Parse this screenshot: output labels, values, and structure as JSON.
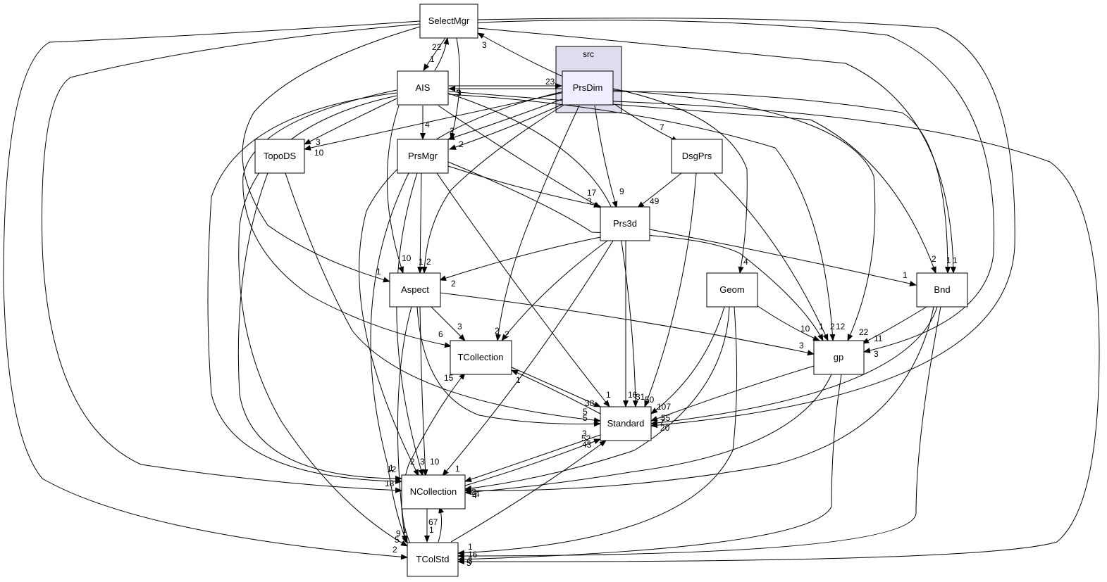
{
  "cluster": {
    "label": "src"
  },
  "nodes": {
    "selectmgr": "SelectMgr",
    "ais": "AIS",
    "prsdim": "PrsDim",
    "topods": "TopoDS",
    "prsmgr": "PrsMgr",
    "dsgprs": "DsgPrs",
    "prs3d": "Prs3d",
    "aspect": "Aspect",
    "geom": "Geom",
    "bnd": "Bnd",
    "tcollection": "TCollection",
    "gp": "gp",
    "standard": "Standard",
    "ncollection": "NCollection",
    "tcolstd": "TColStd"
  },
  "edges": [
    {
      "id": "selectmgr-ais",
      "label": "1"
    },
    {
      "id": "ais-selectmgr",
      "label": "22"
    },
    {
      "id": "prsdim-selectmgr",
      "label": "3"
    },
    {
      "id": "prsdim-ais",
      "label": "23"
    },
    {
      "id": "ais-prsdim",
      "label": "3"
    },
    {
      "id": "selectmgr-prsmgr",
      "label": "3"
    },
    {
      "id": "ais-prsmgr",
      "label": "4"
    },
    {
      "id": "prsdim-prsmgr",
      "label": "2"
    },
    {
      "id": "prsdim-prsmgr2",
      "label": "2"
    },
    {
      "id": "ais-topods",
      "label": "3"
    },
    {
      "id": "prsdim-topods",
      "label": "10"
    },
    {
      "id": "prsdim-dsgprs",
      "label": "7"
    },
    {
      "id": "ais-prs3d",
      "label": "3"
    },
    {
      "id": "prsmgr-prs3d",
      "label": "17"
    },
    {
      "id": "prsdim-prs3d",
      "label": "9"
    },
    {
      "id": "dsgprs-prs3d",
      "label": "49"
    },
    {
      "id": "selectmgr-aspect",
      "label": "1"
    },
    {
      "id": "ais-aspect",
      "label": "10"
    },
    {
      "id": "prsmgr-aspect",
      "label": "1"
    },
    {
      "id": "prsdim-aspect",
      "label": "2"
    },
    {
      "id": "prs3d-aspect",
      "label": "2"
    },
    {
      "id": "prsdim-geom",
      "label": "4"
    },
    {
      "id": "ais-bnd",
      "label": "2"
    },
    {
      "id": "prsdim-bnd",
      "label": "1"
    },
    {
      "id": "selectmgr-bnd",
      "label": "1"
    },
    {
      "id": "prs3d-bnd",
      "label": "1"
    },
    {
      "id": "aspect-tcollection",
      "label": "3"
    },
    {
      "id": "ais-tcollection",
      "label": "6"
    },
    {
      "id": "prsdim-tcollection",
      "label": "2"
    },
    {
      "id": "prs3d-tcollection",
      "label": "2"
    },
    {
      "id": "standard-tcollection",
      "label": "1"
    },
    {
      "id": "tcolstd-tcollection",
      "label": "15"
    },
    {
      "id": "geom-gp",
      "label": "10"
    },
    {
      "id": "prsmgr-gp",
      "label": "1"
    },
    {
      "id": "dsgprs-gp",
      "label": "2"
    },
    {
      "id": "ais-gp",
      "label": "12"
    },
    {
      "id": "prsdim-gp",
      "label": "22"
    },
    {
      "id": "bnd-gp",
      "label": "11"
    },
    {
      "id": "selectmgr-gp",
      "label": "3"
    },
    {
      "id": "aspect-gp",
      "label": "3"
    },
    {
      "id": "tcollection-standard",
      "label": "38"
    },
    {
      "id": "topods-standard",
      "label": "5"
    },
    {
      "id": "prsmgr-standard",
      "label": "1"
    },
    {
      "id": "prs3d-standard",
      "label": "16"
    },
    {
      "id": "ais-standard",
      "label": "31"
    },
    {
      "id": "dsgprs-standard",
      "label": "50"
    },
    {
      "id": "geom-standard",
      "label": "107"
    },
    {
      "id": "gp-standard",
      "label": "55"
    },
    {
      "id": "bnd-standard",
      "label": "7"
    },
    {
      "id": "selectmgr-standard",
      "label": "20"
    },
    {
      "id": "ncollection-standard",
      "label": "52"
    },
    {
      "id": "tcolstd-standard",
      "label": "43"
    },
    {
      "id": "aspect-standard",
      "label": "5"
    },
    {
      "id": "standard-ncollection",
      "label": "3"
    },
    {
      "id": "geom-ncollection",
      "label": "2"
    },
    {
      "id": "bnd-ncollection",
      "label": "4"
    },
    {
      "id": "gp-ncollection",
      "label": "4"
    },
    {
      "id": "prs3d-ncollection",
      "label": "1"
    },
    {
      "id": "aspect-ncollection",
      "label": "10"
    },
    {
      "id": "prsmgr-ncollection",
      "label": "3"
    },
    {
      "id": "prsdim-ncollection",
      "label": "2"
    },
    {
      "id": "topods-ncollection",
      "label": "12"
    },
    {
      "id": "ais-ncollection",
      "label": "1"
    },
    {
      "id": "selectmgr-ncollection",
      "label": "18"
    },
    {
      "id": "tcolstd-ncollection",
      "label": "67"
    },
    {
      "id": "ncollection-tcolstd",
      "label": "1"
    },
    {
      "id": "aspect-tcolstd",
      "label": "1"
    },
    {
      "id": "prsmgr-tcolstd",
      "label": "5"
    },
    {
      "id": "ais-tcolstd",
      "label": "9"
    },
    {
      "id": "selectmgr-tcolstd",
      "label": "2"
    },
    {
      "id": "bnd-tcolstd",
      "label": "16"
    },
    {
      "id": "geom-tcolstd",
      "label": "1"
    },
    {
      "id": "gp-tcolstd",
      "label": "3"
    },
    {
      "id": "prsdim-tcolstd",
      "label": "5"
    }
  ]
}
